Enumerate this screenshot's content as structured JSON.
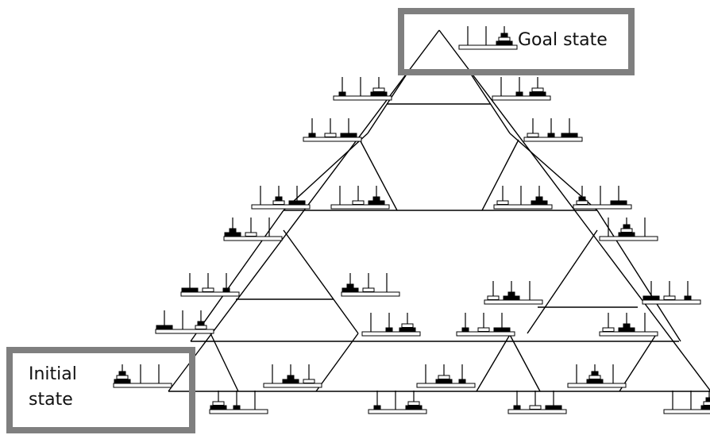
{
  "labels": {
    "goal": "Goal state",
    "initial_line1": "Initial",
    "initial_line2": "state"
  },
  "colors": {
    "line": "#000000",
    "callout_border": "#7f7f7f",
    "disk_large": "#000000",
    "disk_medium": "#ffffff",
    "disk_small": "#000000"
  }
}
